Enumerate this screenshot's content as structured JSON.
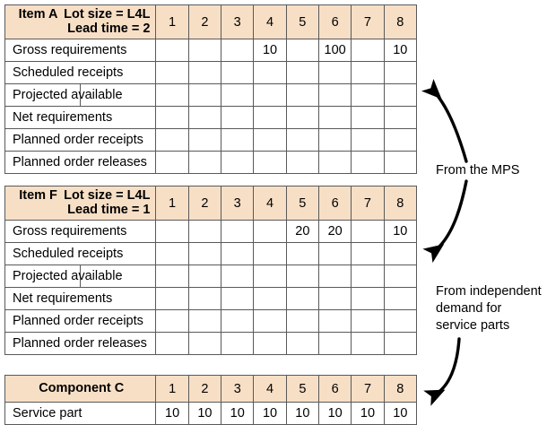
{
  "tables": [
    {
      "id": "item-a",
      "name": "Item A",
      "spec_line1": "Lot size = L4L",
      "spec_line2": "Lead time = 2",
      "periods": [
        "1",
        "2",
        "3",
        "4",
        "5",
        "6",
        "7",
        "8"
      ],
      "has_onhand_cell": true,
      "rows": [
        {
          "label": "Gross requirements",
          "values": [
            "",
            "",
            "",
            "10",
            "",
            "100",
            "",
            "10"
          ]
        },
        {
          "label": "Scheduled receipts",
          "values": [
            "",
            "",
            "",
            "",
            "",
            "",
            "",
            ""
          ]
        },
        {
          "label": "Projected available",
          "values": [
            "",
            "",
            "",
            "",
            "",
            "",
            "",
            ""
          ]
        },
        {
          "label": "Net requirements",
          "values": [
            "",
            "",
            "",
            "",
            "",
            "",
            "",
            ""
          ]
        },
        {
          "label": "Planned order receipts",
          "values": [
            "",
            "",
            "",
            "",
            "",
            "",
            "",
            ""
          ]
        },
        {
          "label": "Planned order releases",
          "values": [
            "",
            "",
            "",
            "",
            "",
            "",
            "",
            ""
          ]
        }
      ]
    },
    {
      "id": "item-f",
      "name": "Item F",
      "spec_line1": "Lot size = L4L",
      "spec_line2": "Lead time = 1",
      "periods": [
        "1",
        "2",
        "3",
        "4",
        "5",
        "6",
        "7",
        "8"
      ],
      "has_onhand_cell": true,
      "rows": [
        {
          "label": "Gross requirements",
          "values": [
            "",
            "",
            "",
            "",
            "20",
            "20",
            "",
            "10"
          ]
        },
        {
          "label": "Scheduled receipts",
          "values": [
            "",
            "",
            "",
            "",
            "",
            "",
            "",
            ""
          ]
        },
        {
          "label": "Projected available",
          "values": [
            "",
            "",
            "",
            "",
            "",
            "",
            "",
            ""
          ]
        },
        {
          "label": "Net requirements",
          "values": [
            "",
            "",
            "",
            "",
            "",
            "",
            "",
            ""
          ]
        },
        {
          "label": "Planned order receipts",
          "values": [
            "",
            "",
            "",
            "",
            "",
            "",
            "",
            ""
          ]
        },
        {
          "label": "Planned order releases",
          "values": [
            "",
            "",
            "",
            "",
            "",
            "",
            "",
            ""
          ]
        }
      ]
    },
    {
      "id": "comp-c",
      "name": "Component C",
      "spec_line1": "",
      "spec_line2": "",
      "periods": [
        "1",
        "2",
        "3",
        "4",
        "5",
        "6",
        "7",
        "8"
      ],
      "has_onhand_cell": false,
      "rows": [
        {
          "label": "Service part",
          "values": [
            "10",
            "10",
            "10",
            "10",
            "10",
            "10",
            "10",
            "10"
          ]
        }
      ]
    }
  ],
  "annotations": {
    "mps": "From the MPS",
    "independent_demand": "From independent\ndemand for\nservice parts"
  },
  "colors": {
    "header_fill": "#f7dfc6",
    "border": "#595959",
    "text": "#000000",
    "arrow": "#000000",
    "background": "#ffffff"
  }
}
